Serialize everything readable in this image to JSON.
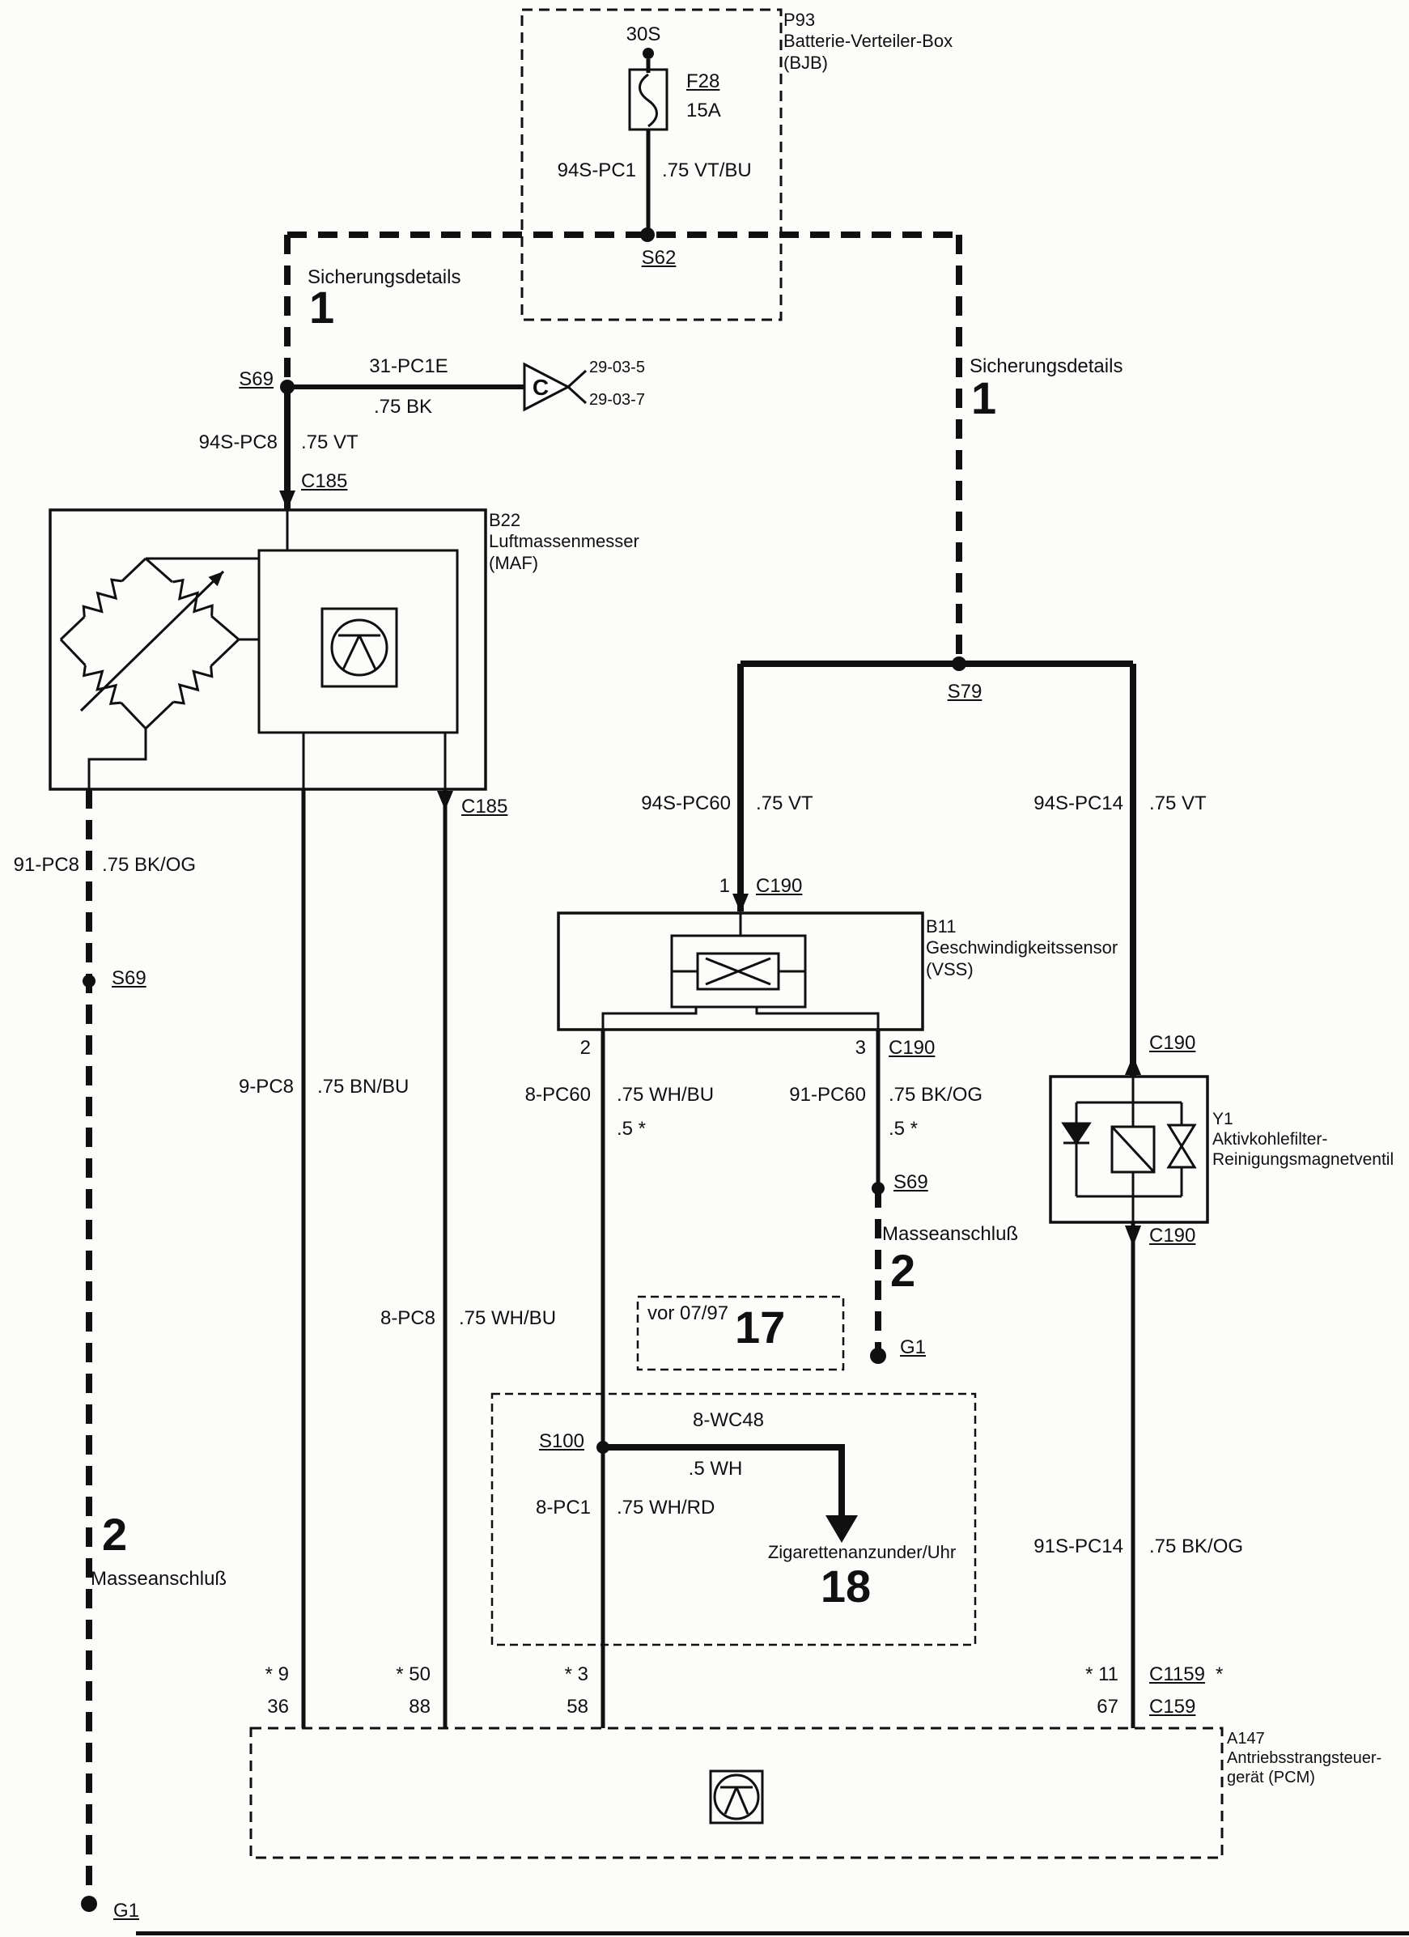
{
  "components": {
    "bjb": {
      "id": "P93",
      "line1": "Batterie-Verteiler-Box",
      "line2": "(BJB)"
    },
    "maf": {
      "id": "B22",
      "line1": "Luftmassenmesser",
      "line2": "(MAF)"
    },
    "vss": {
      "id": "B11",
      "line1": "Geschwindigkeitssensor",
      "line2": "(VSS)"
    },
    "purge_valve": {
      "id": "Y1",
      "line1": "Aktivkohlefilter-",
      "line2": "Reinigungsmagnetventil"
    },
    "pcm": {
      "id": "A147",
      "line1": "Antriebsstrangsteuer-",
      "line2": "gerät (PCM)"
    }
  },
  "fuse": {
    "terminal": "30S",
    "id": "F28",
    "rating": "15A"
  },
  "splices": {
    "s62": "S62",
    "s69": "S69",
    "s79": "S79",
    "s100": "S100"
  },
  "grounds": {
    "g1": "G1"
  },
  "connectors": {
    "c185": "C185",
    "c190": "C190",
    "c1159": "C1159",
    "c159": "C159",
    "star": "*"
  },
  "wires": {
    "w94s_pc1": {
      "code": "94S-PC1",
      "spec": ".75 VT/BU"
    },
    "w31_pc1e": {
      "code": "31-PC1E",
      "spec": ".75 BK"
    },
    "w94s_pc8": {
      "code": "94S-PC8",
      "spec": ".75 VT"
    },
    "w91_pc8": {
      "code": "91-PC8",
      "spec": ".75 BK/OG"
    },
    "w9_pc8": {
      "code": "9-PC8",
      "spec": ".75 BN/BU"
    },
    "w8_pc8": {
      "code": "8-PC8",
      "spec": ".75 WH/BU"
    },
    "w94s_pc60": {
      "code": "94S-PC60",
      "spec": ".75 VT"
    },
    "w94s_pc14": {
      "code": "94S-PC14",
      "spec": ".75 VT"
    },
    "w8_pc60": {
      "code": "8-PC60",
      "spec": ".75 WH/BU",
      "note": ".5 *"
    },
    "w91_pc60": {
      "code": "91-PC60",
      "spec": ".75 BK/OG",
      "note": ".5 *"
    },
    "w8_wc48": {
      "code": "8-WC48",
      "spec": ".5 WH"
    },
    "w8_pc1": {
      "code": "8-PC1",
      "spec": ".75 WH/RD"
    },
    "w91s_pc14": {
      "code": "91S-PC14",
      "spec": ".75 BK/OG"
    }
  },
  "notes": {
    "fuse_details": "Sicherungsdetails",
    "fuse_details_ref": "1",
    "ground_note": "Masseanschluß",
    "ground_ref": "2",
    "variant_note": "vor 07/97",
    "variant_ref": "17",
    "lighter_note": "Zigarettenanzunder/Uhr",
    "lighter_ref": "18"
  },
  "off_page": {
    "letter": "C",
    "ref_top": "29-03-5",
    "ref_bottom": "29-03-7"
  },
  "pins": {
    "vss_in": "1",
    "vss_2": "2",
    "vss_3": "3",
    "pcm_9": "* 9",
    "pcm_36": "36",
    "pcm_50": "* 50",
    "pcm_88": "88",
    "pcm_3": "* 3",
    "pcm_58": "58",
    "pcm_11": "* 11",
    "pcm_67": "67"
  }
}
